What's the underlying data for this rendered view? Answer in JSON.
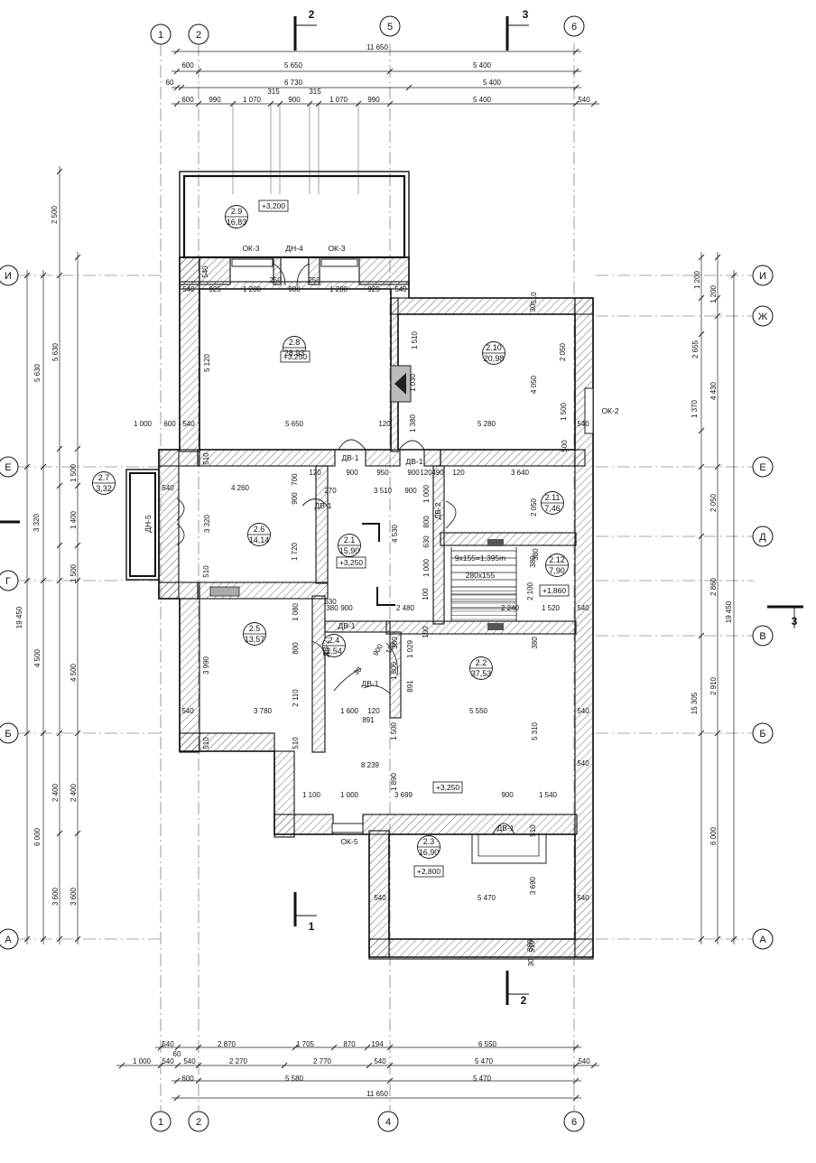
{
  "axes": {
    "columns": [
      {
        "label": "1"
      },
      {
        "label": "2"
      },
      {
        "label": "5"
      },
      {
        "label": "6"
      },
      {
        "label": "1"
      },
      {
        "label": "2"
      },
      {
        "label": "4"
      },
      {
        "label": "6"
      }
    ],
    "rows": [
      {
        "label": "И"
      },
      {
        "label": "Е"
      },
      {
        "label": "Г"
      },
      {
        "label": "Б"
      },
      {
        "label": "А"
      },
      {
        "label": "И"
      },
      {
        "label": "Ж"
      },
      {
        "label": "Е"
      },
      {
        "label": "Д"
      },
      {
        "label": "В"
      },
      {
        "label": "Б"
      },
      {
        "label": "А"
      }
    ]
  },
  "sections": [
    {
      "label": "2"
    },
    {
      "label": "3"
    },
    {
      "label": "1"
    },
    {
      "label": "2"
    },
    {
      "label": "3"
    }
  ],
  "dims": [
    "11 650",
    "600",
    "5 650",
    "5 400",
    "60",
    "6 730",
    "5 400",
    "600",
    "990",
    "1 070",
    "315",
    "900",
    "315",
    "1 070",
    "990",
    "5 400",
    "540",
    "540",
    "925",
    "1 200",
    "250",
    "900",
    "250",
    "1 200",
    "925",
    "540",
    "540",
    "5 650",
    "120",
    "5 280",
    "540",
    "540",
    "4 260",
    "120",
    "900",
    "950",
    "900",
    "120",
    "490",
    "120",
    "3 640",
    "270",
    "3 510",
    "900",
    "2 480",
    "2 240",
    "1 520",
    "540",
    "380",
    "630",
    "900",
    "540",
    "3 780",
    "1 600",
    "120",
    "5 550",
    "540",
    "8 239",
    "540",
    "1 100",
    "1 000",
    "3 699",
    "900",
    "1 540",
    "540",
    "5 470",
    "540",
    "1 000",
    "600",
    "540",
    "2 870",
    "1 705",
    "870",
    "194",
    "6 550",
    "1 000",
    "540",
    "60",
    "540",
    "2 270",
    "2 770",
    "540",
    "5 470",
    "540",
    "600",
    "5 580",
    "5 470",
    "11 650",
    "2 500",
    "5 630",
    "5 630",
    "1 500",
    "1 400",
    "1 500",
    "3 320",
    "19 450",
    "4 500",
    "4 500",
    "2 400",
    "2 400",
    "6 000",
    "3 600",
    "3 600",
    "1 200",
    "1 200",
    "2 655",
    "4 430",
    "1 370",
    "2 050",
    "2 860",
    "19 450",
    "15 305",
    "2 910",
    "6 000",
    "540",
    "5 120",
    "1 510",
    "1 030",
    "1 380",
    "2 050",
    "4 050",
    "1 500",
    "500",
    "510",
    "3 320",
    "510",
    "700",
    "900",
    "1 720",
    "4 530",
    "1 000",
    "2 050",
    "800",
    "630",
    "1 000",
    "100",
    "380",
    "1 080",
    "800",
    "3 990",
    "2 110",
    "1 029",
    "1 800",
    "380",
    "891",
    "891",
    "100",
    "510",
    "510",
    "1 500",
    "1 890",
    "5 310",
    "380",
    "380",
    "2 100",
    "3 690",
    "30",
    "510",
    "30",
    "510",
    "510",
    "380",
    "30",
    "900",
    "130",
    "130"
  ],
  "rooms": [
    {
      "num": "2.9",
      "area": "16,83",
      "elev": "+3,200"
    },
    {
      "num": "2.8",
      "area": "28,93",
      "elev": "+3,250"
    },
    {
      "num": "2.10",
      "area": "20,98"
    },
    {
      "num": "2.7",
      "area": "3,32"
    },
    {
      "num": "2.6",
      "area": "14,14"
    },
    {
      "num": "2.1",
      "area": "15,90",
      "elev": "+3,250"
    },
    {
      "num": "2.11",
      "area": "7,46"
    },
    {
      "num": "2.12",
      "area": "7,90",
      "elev": "+1,860"
    },
    {
      "num": "2.5",
      "area": "13,57"
    },
    {
      "num": "2.4",
      "area": "2,54"
    },
    {
      "num": "2.2",
      "area": "37,53"
    },
    {
      "num": "2.3",
      "area": "16,90",
      "elev": "+2,800"
    }
  ],
  "elevations": [
    "+3,250"
  ],
  "labels": [
    "ОК-3",
    "ДН-4",
    "ОК-3",
    "ОК-2",
    "ДН-5",
    "ДВ-1",
    "ДВ-1",
    "ДВ-1",
    "ДВ-2",
    "ДВ-1",
    "ДВ-2",
    "ДВ-1",
    "ДВ-1",
    "ОК-5",
    "9x155=1,395m",
    "280x155"
  ]
}
